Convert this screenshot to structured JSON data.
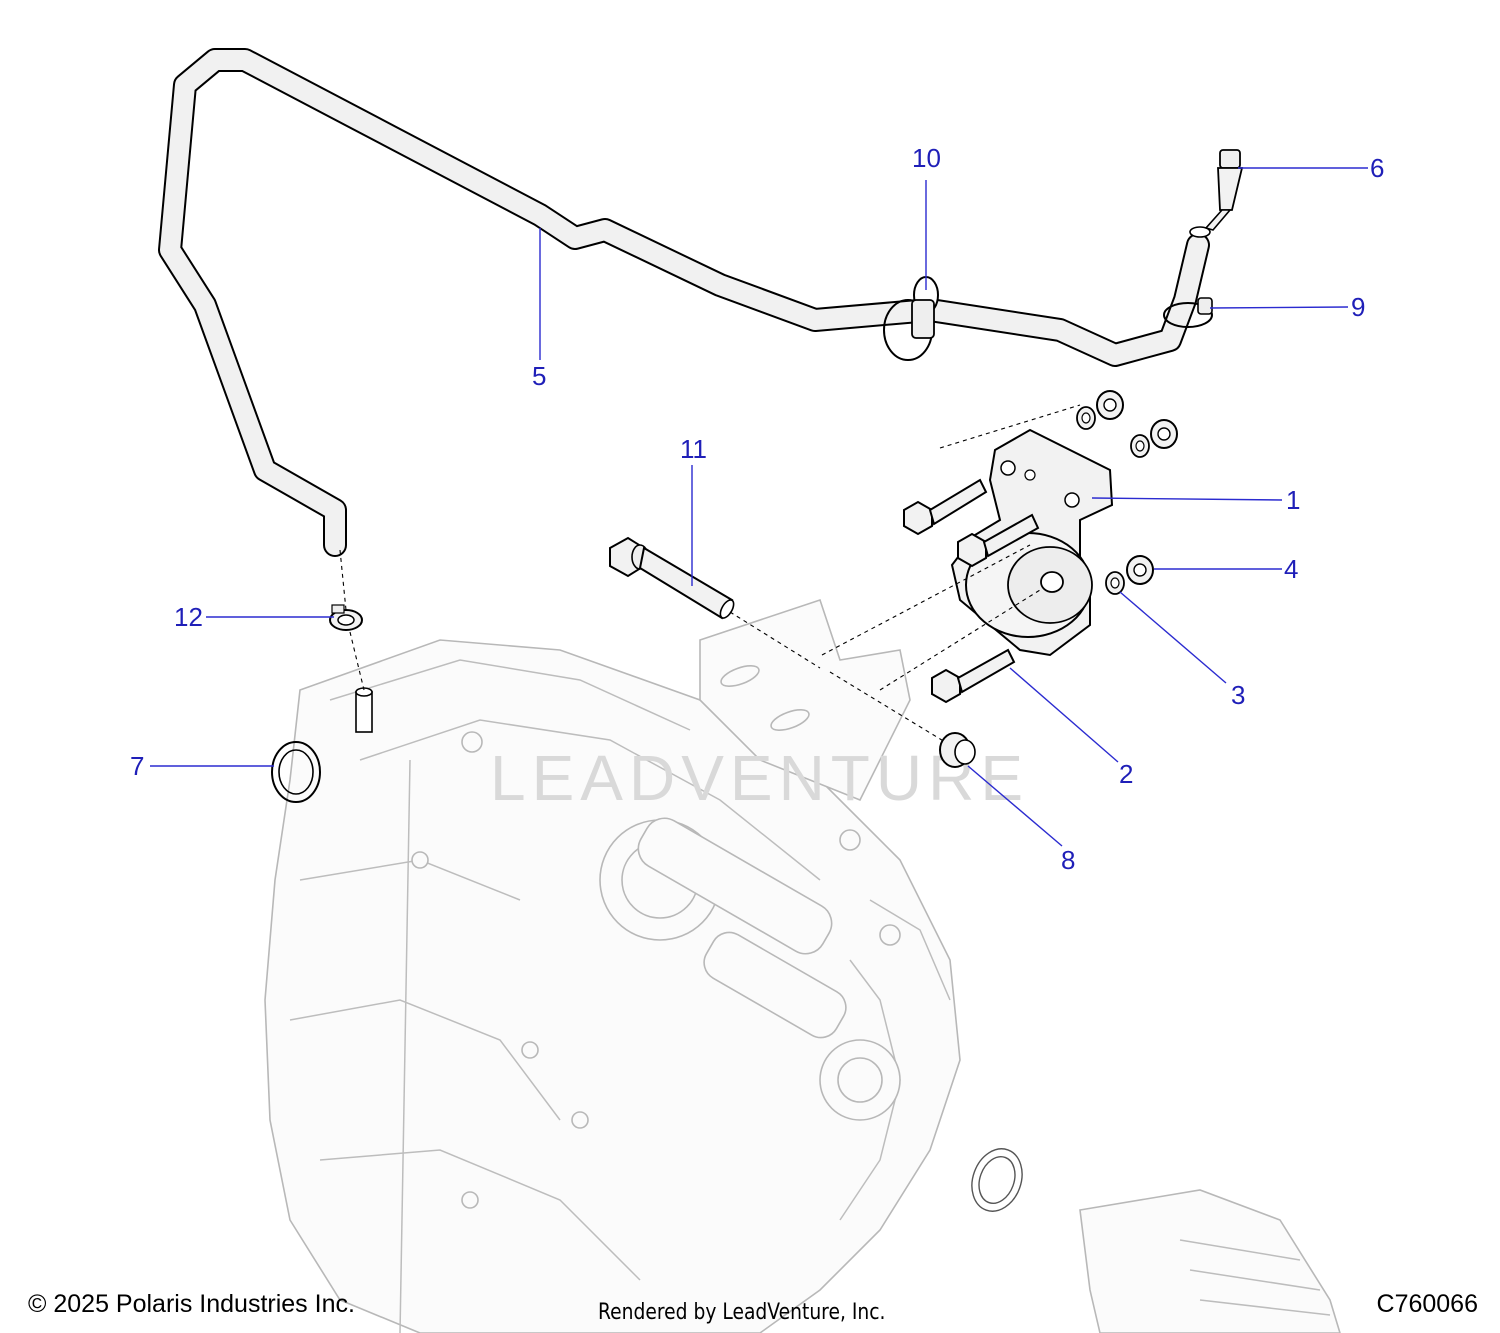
{
  "callouts": [
    {
      "id": "1",
      "label": "1"
    },
    {
      "id": "2",
      "label": "2"
    },
    {
      "id": "3",
      "label": "3"
    },
    {
      "id": "4",
      "label": "4"
    },
    {
      "id": "5",
      "label": "5"
    },
    {
      "id": "6",
      "label": "6"
    },
    {
      "id": "7",
      "label": "7"
    },
    {
      "id": "8",
      "label": "8"
    },
    {
      "id": "9",
      "label": "9"
    },
    {
      "id": "10",
      "label": "10"
    },
    {
      "id": "11",
      "label": "11"
    },
    {
      "id": "12",
      "label": "12"
    }
  ],
  "watermark": "LEADVENTURE",
  "footer": {
    "copyright": "© 2025 Polaris Industries Inc.",
    "rendered_by": "Rendered by LeadVenture, Inc.",
    "diagram_code": "C760066"
  },
  "colors": {
    "callout": "#1f1fb8",
    "line_art": "#000000",
    "background_part": "#bdbdbd"
  }
}
